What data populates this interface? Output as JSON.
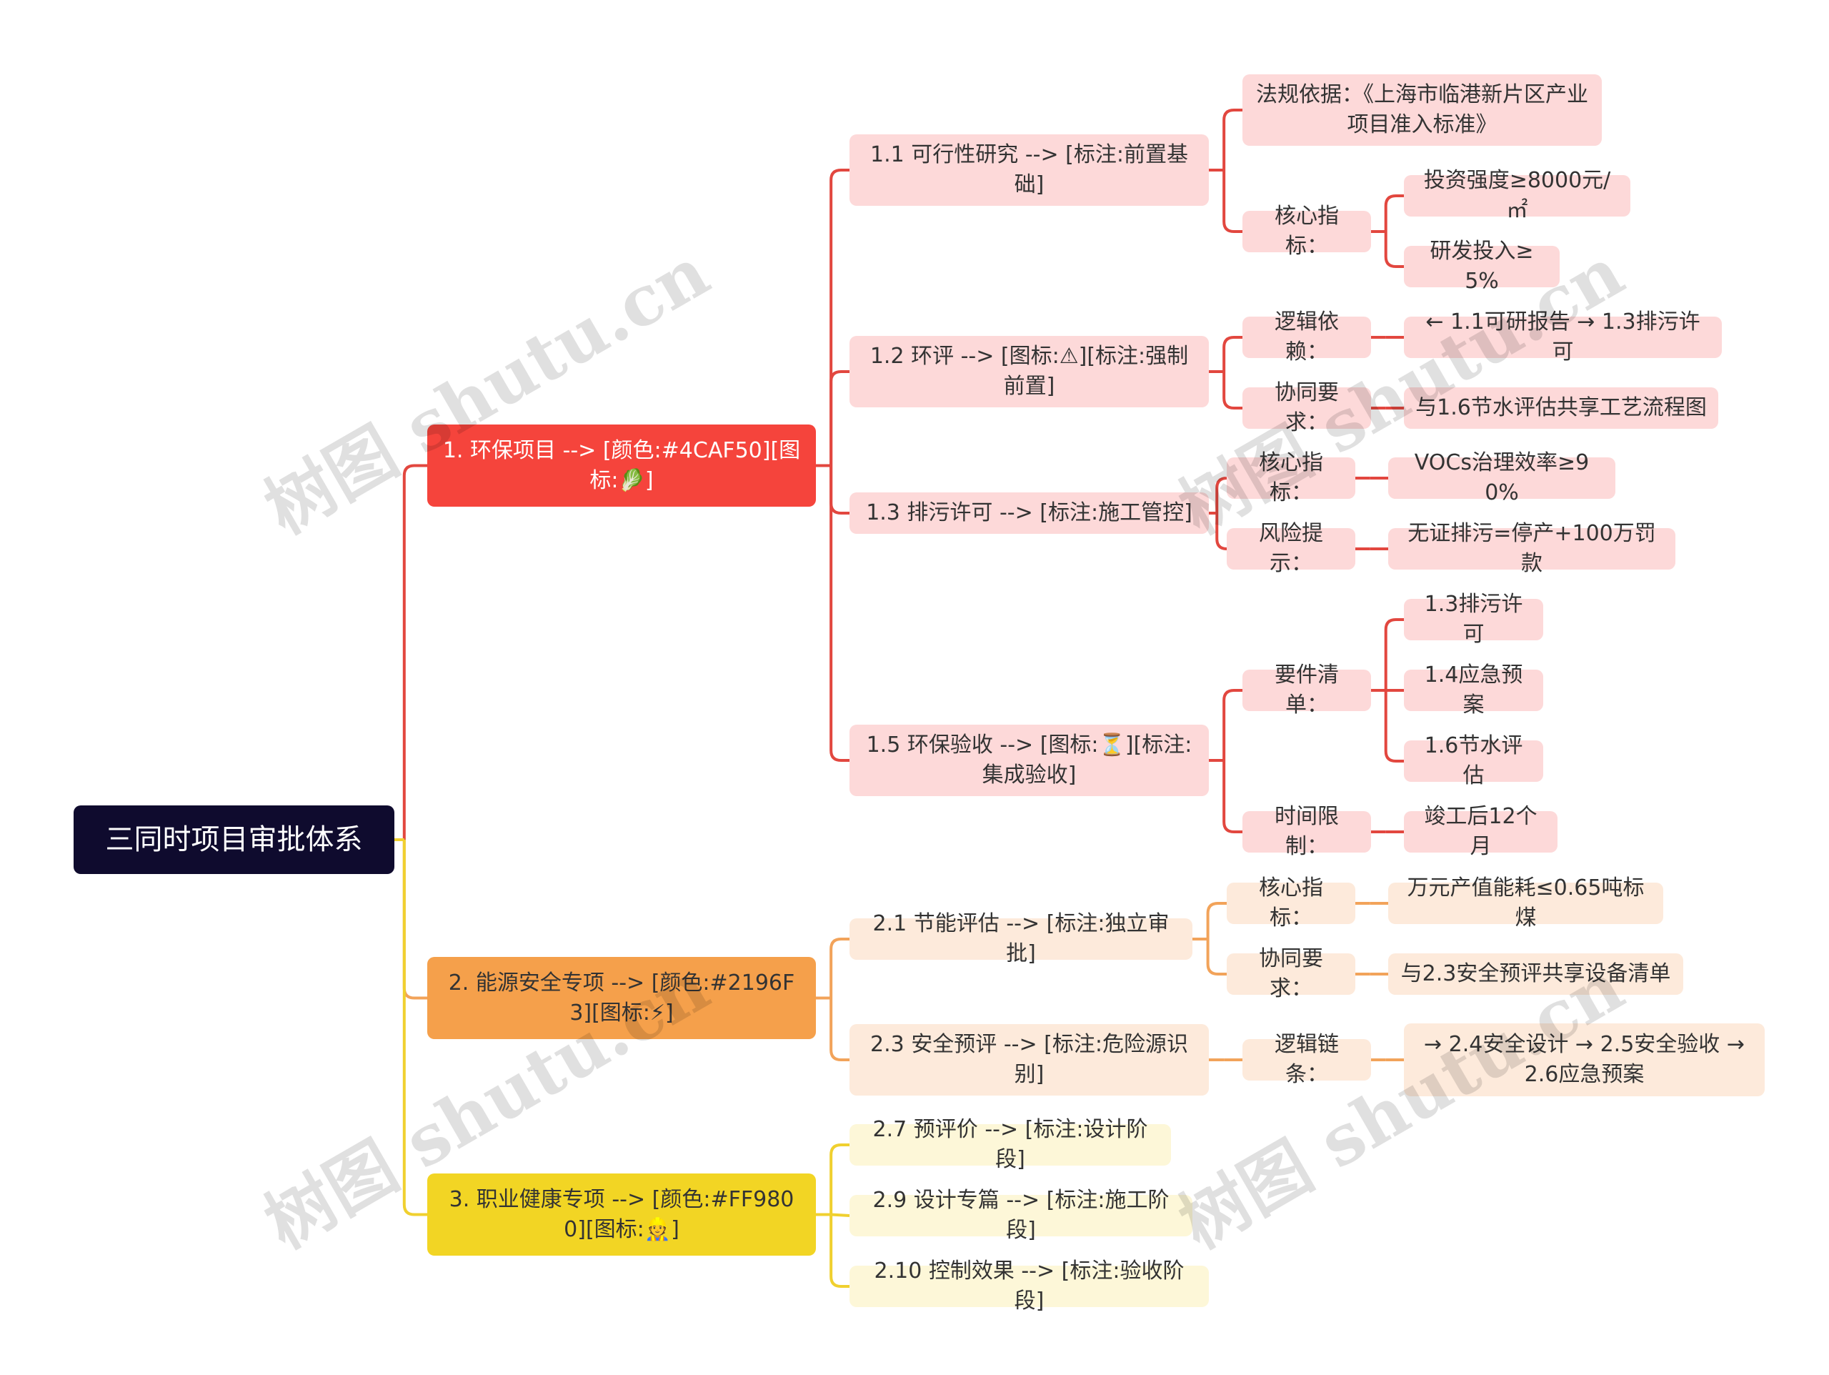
{
  "root": {
    "label": "三同时项目审批体系"
  },
  "branches": [
    {
      "label": "1. 环保项目 --> [颜色:#4CAF50][图标:🥬]",
      "color": "#e2473f",
      "children": [
        {
          "label": "1.1 可行性研究 --> [标注:前置基础]",
          "children": [
            {
              "label": "法规依据：《上海市临港新片区产业项目准入标准》"
            },
            {
              "label": "核心指标：",
              "children": [
                {
                  "label": "投资强度≥8000元/㎡"
                },
                {
                  "label": "研发投入≥5%"
                }
              ]
            }
          ]
        },
        {
          "label": "1.2 环评 --> [图标:⚠][标注:强制前置]",
          "children": [
            {
              "label": "逻辑依赖：",
              "children": [
                {
                  "label": "← 1.1可研报告 → 1.3排污许可"
                }
              ]
            },
            {
              "label": "协同要求：",
              "children": [
                {
                  "label": "与1.6节水评估共享工艺流程图"
                }
              ]
            }
          ]
        },
        {
          "label": "1.3 排污许可 --> [标注:施工管控]",
          "children": [
            {
              "label": "核心指标：",
              "children": [
                {
                  "label": "VOCs治理效率≥90%"
                }
              ]
            },
            {
              "label": "风险提示：",
              "children": [
                {
                  "label": "无证排污=停产+100万罚款"
                }
              ]
            }
          ]
        },
        {
          "label": "1.5 环保验收 --> [图标:⏳][标注:集成验收]",
          "children": [
            {
              "label": "要件清单：",
              "children": [
                {
                  "label": "1.3排污许可"
                },
                {
                  "label": "1.4应急预案"
                },
                {
                  "label": "1.6节水评估"
                }
              ]
            },
            {
              "label": "时间限制：",
              "children": [
                {
                  "label": "竣工后12个月"
                }
              ]
            }
          ]
        }
      ]
    },
    {
      "label": "2. 能源安全专项 --> [颜色:#2196F3][图标:⚡]",
      "color": "#f2a35a",
      "children": [
        {
          "label": "2.1 节能评估 --> [标注:独立审批]",
          "children": [
            {
              "label": "核心指标：",
              "children": [
                {
                  "label": "万元产值能耗≤0.65吨标煤"
                }
              ]
            },
            {
              "label": "协同要求：",
              "children": [
                {
                  "label": "与2.3安全预评共享设备清单"
                }
              ]
            }
          ]
        },
        {
          "label": "2.3 安全预评 --> [标注:危险源识别]",
          "children": [
            {
              "label": "逻辑链条：",
              "children": [
                {
                  "label": "→ 2.4安全设计 → 2.5安全验收 → 2.6应急预案"
                }
              ]
            }
          ]
        }
      ]
    },
    {
      "label": "3. 职业健康专项 --> [颜色:#FF9800][图标:👷]",
      "color": "#f0d02f",
      "children": [
        {
          "label": "2.7 预评价 --> [标注:设计阶段]"
        },
        {
          "label": "2.9 设计专篇 --> [标注:施工阶段]"
        },
        {
          "label": "2.10 控制效果 --> [标注:验收阶段]"
        }
      ]
    }
  ],
  "watermark": "树图 shutu.cn"
}
